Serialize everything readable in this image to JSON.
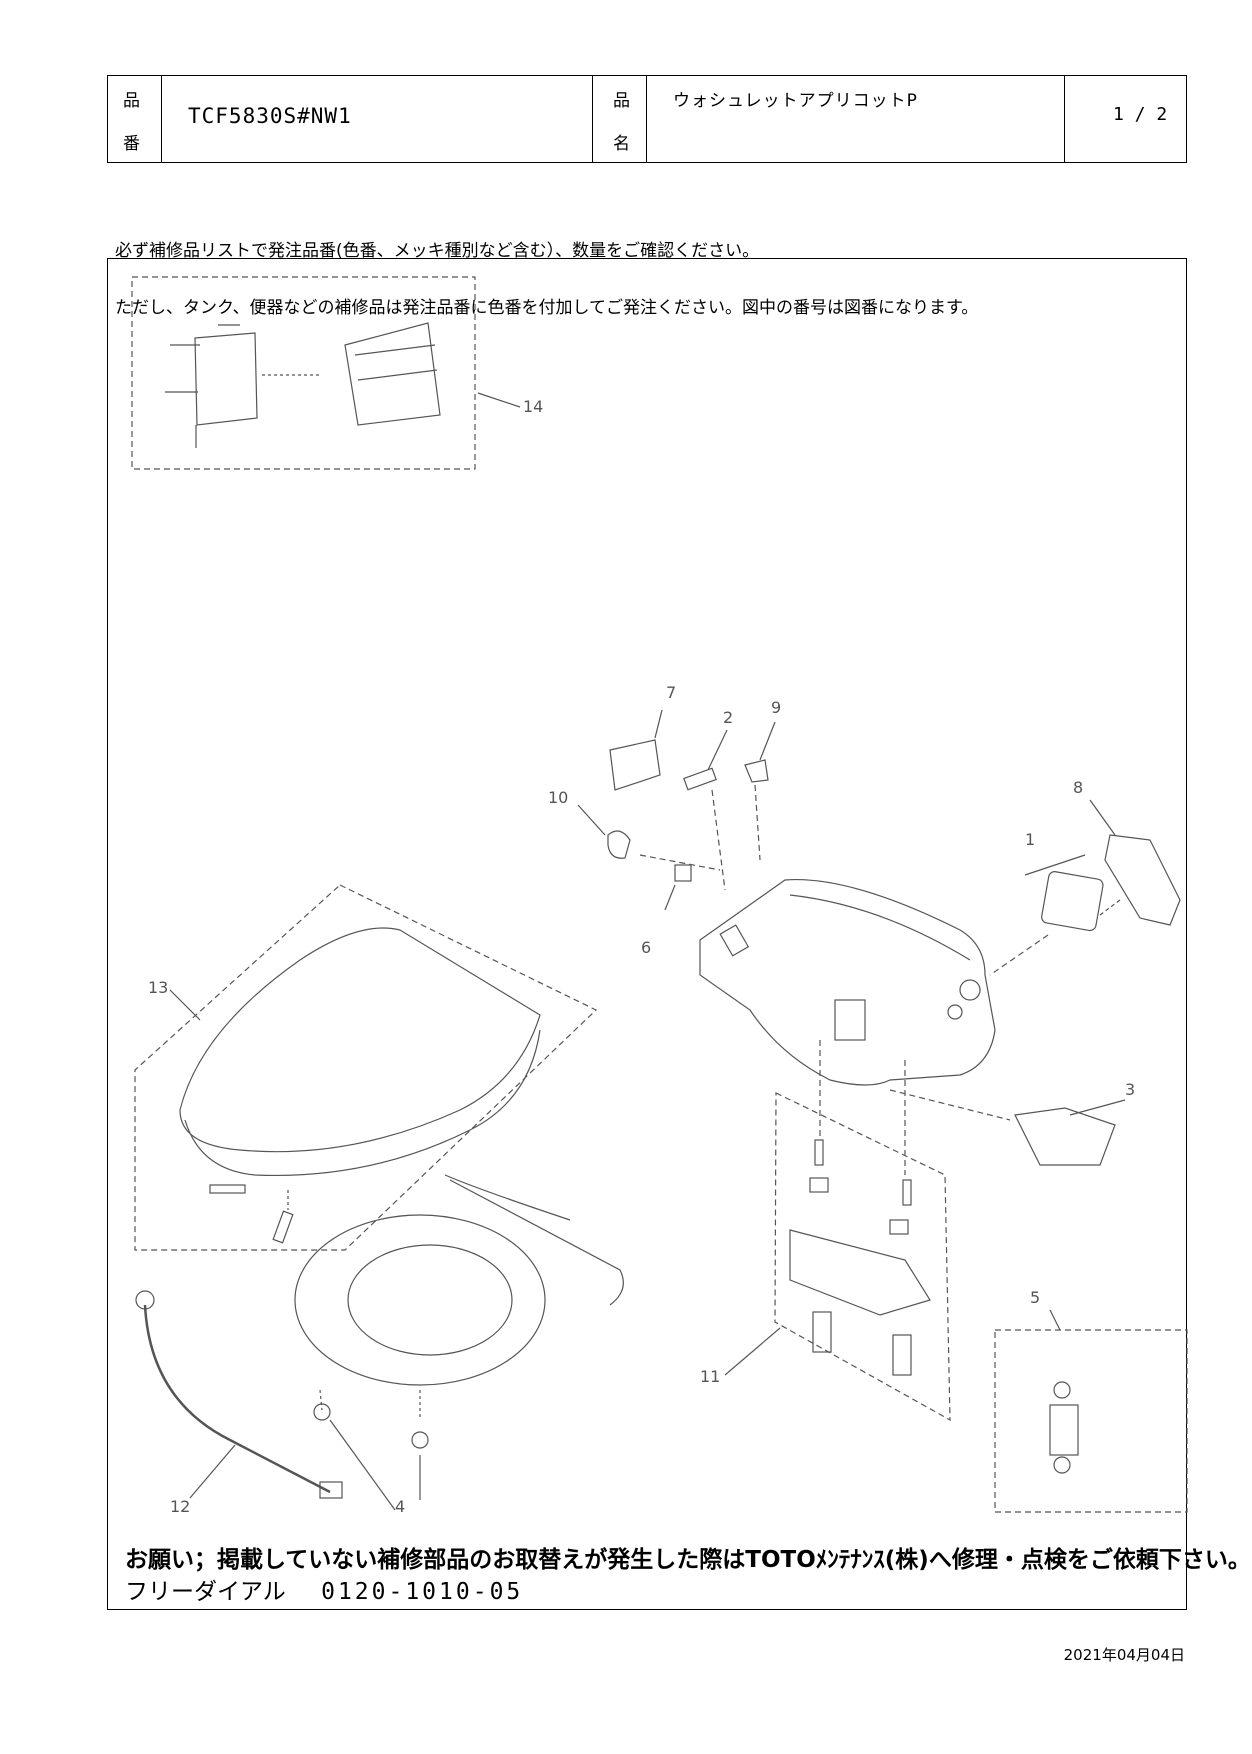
{
  "header": {
    "code_label_top": "品",
    "code_label_bottom": "番",
    "code": "TCF5830S#NW1",
    "name_label_top": "品",
    "name_label_bottom": "名",
    "name": "ウォシュレットアプリコットP",
    "page": "1 / 2"
  },
  "notes": {
    "line1": "必ず補修品リストで発注品番(色番、メッキ種別など含む）、数量をご確認ください。",
    "line2": "ただし、タンク、便器などの補修品は発注品番に色番を付加してご発注ください。図中の番号は図番になります。"
  },
  "diagram": {
    "callouts": [
      "1",
      "2",
      "3",
      "4",
      "5",
      "6",
      "7",
      "8",
      "9",
      "10",
      "11",
      "12",
      "13",
      "14"
    ]
  },
  "footer": {
    "request": "お願い；掲載していない補修部品のお取替えが発生した際はTOTOﾒﾝﾃﾅﾝｽ(株)へ修理・点検をご依頼下さい。",
    "dial_label": "フリーダイアル",
    "dial_number": "0120-1010-05"
  },
  "date": "2021年04月04日"
}
